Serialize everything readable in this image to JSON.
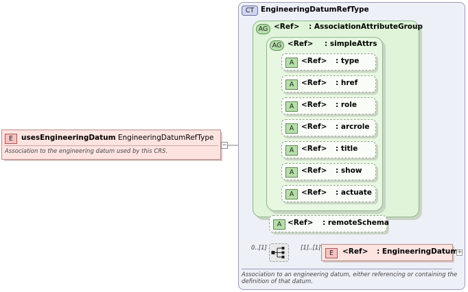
{
  "root_element": {
    "badge": "E",
    "name": "usesEngineeringDatum",
    "type": ": EngineeringDatumRefType",
    "doc": "Association to the engineering datum used by this CRS."
  },
  "complex_type": {
    "badge": "CT",
    "name": "EngineeringDatumRefType",
    "doc": "Association to an engineering datum, either referencing or containing the definition of that datum."
  },
  "attribute_group": {
    "badge": "AG",
    "ref": "<Ref>",
    "name": ": AssociationAttributeGroup"
  },
  "simple_attrs": {
    "badge": "AG",
    "ref": "<Ref>",
    "name": ": simpleAttrs"
  },
  "attributes": [
    {
      "badge": "A",
      "ref": "<Ref>",
      "name": ": type"
    },
    {
      "badge": "A",
      "ref": "<Ref>",
      "name": ": href"
    },
    {
      "badge": "A",
      "ref": "<Ref>",
      "name": ": role"
    },
    {
      "badge": "A",
      "ref": "<Ref>",
      "name": ": arcrole"
    },
    {
      "badge": "A",
      "ref": "<Ref>",
      "name": ": title"
    },
    {
      "badge": "A",
      "ref": "<Ref>",
      "name": ": show"
    },
    {
      "badge": "A",
      "ref": "<Ref>",
      "name": ": actuate"
    }
  ],
  "remote_schema": {
    "badge": "A",
    "ref": "<Ref>",
    "name": ": remoteSchema"
  },
  "sequence": {
    "occurrence": "0..[1]"
  },
  "child_element": {
    "badge": "E",
    "ref": "<Ref>",
    "name": ": EngineeringDatum",
    "occurrence": "[1]..[1]"
  },
  "colors": {
    "element_fill": "#fde4e1",
    "element_border": "#b98a86",
    "ct_fill": "#eef0f8",
    "ag_fill": "#dff4d8",
    "attr_badge": "#b7dfa9"
  }
}
